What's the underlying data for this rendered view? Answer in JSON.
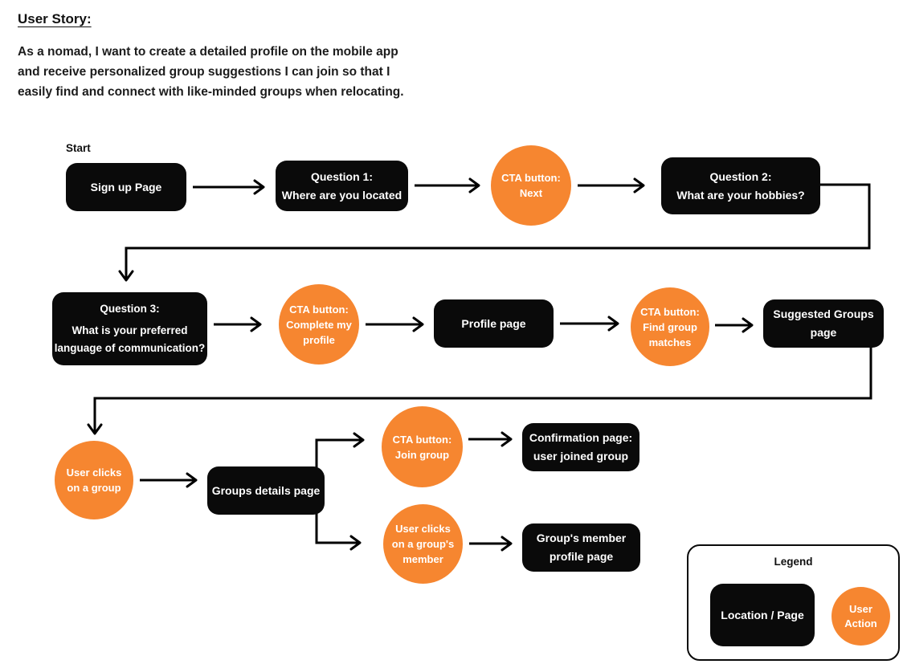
{
  "header": {
    "title": "User Story:",
    "description_lines": [
      "As a nomad, I want to create a detailed profile on the mobile app",
      "and receive personalized group suggestions I can join so that I",
      "easily find and connect with like-minded groups when relocating."
    ]
  },
  "colors": {
    "page_node": "#0a0a0a",
    "action_node": "#f68630",
    "connector": "#000000",
    "background": "#ffffff",
    "text_on_node": "#ffffff"
  },
  "flow": {
    "start_label": "Start",
    "pages": {
      "signup": {
        "lines": [
          "Sign up Page"
        ]
      },
      "q1": {
        "lines": [
          "Question 1:",
          "Where are you located"
        ]
      },
      "q2": {
        "lines": [
          "Question 2:",
          "What are your hobbies?"
        ]
      },
      "q3": {
        "lines": [
          "Question 3:",
          "What is your preferred",
          "language of communication?"
        ]
      },
      "profile": {
        "lines": [
          "Profile page"
        ]
      },
      "suggested": {
        "lines": [
          "Suggested Groups",
          "page"
        ]
      },
      "group_details": {
        "lines": [
          "Groups details page"
        ]
      },
      "confirmation": {
        "lines": [
          "Confirmation page:",
          "user joined group"
        ]
      },
      "member_profile": {
        "lines": [
          "Group's member",
          "profile page"
        ]
      }
    },
    "actions": {
      "next": {
        "lines": [
          "CTA button:",
          "Next"
        ]
      },
      "complete_profile": {
        "lines": [
          "CTA button:",
          "Complete my",
          "profile"
        ]
      },
      "find_matches": {
        "lines": [
          "CTA button:",
          "Find group",
          "matches"
        ]
      },
      "click_group": {
        "lines": [
          "User clicks",
          "on a group"
        ]
      },
      "join_group": {
        "lines": [
          "CTA button:",
          "Join group"
        ]
      },
      "click_member": {
        "lines": [
          "User clicks",
          "on a group's",
          "member"
        ]
      }
    }
  },
  "legend": {
    "title": "Legend",
    "page_label": "Location / Page",
    "action_lines": [
      "User",
      "Action"
    ]
  }
}
